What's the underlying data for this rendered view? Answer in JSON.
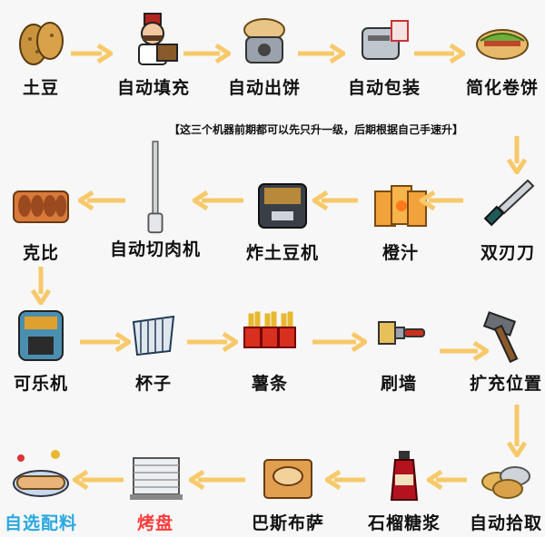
{
  "nodes": {
    "potato": "土豆",
    "auto_fill": "自动填充",
    "auto_bake": "自动出饼",
    "auto_pack": "自动包装",
    "simple_roll": "简化卷饼",
    "double_knife": "双刃刀",
    "orange_juice": "橙汁",
    "fry_machine": "炸土豆机",
    "auto_slicer": "自动切肉机",
    "kebab": "克比",
    "cola_machine": "可乐机",
    "cup": "杯子",
    "fries": "薯条",
    "paint_wall": "刷墙",
    "expand_space": "扩充位置",
    "auto_pickup": "自动拾取",
    "pomegranate_syrup": "石榴糖浆",
    "barbusa": "巴斯布萨",
    "baking_tray": "烤盘",
    "custom_toppings": "自选配料"
  },
  "note": "【这三个机器前期都可以先只升一级，后期根据自己手速升】",
  "colors": {
    "arrow": "#f7c96a",
    "text": "#111111",
    "baking_tray": "#ff3b3b",
    "custom_toppings": "#2aa8e0"
  }
}
